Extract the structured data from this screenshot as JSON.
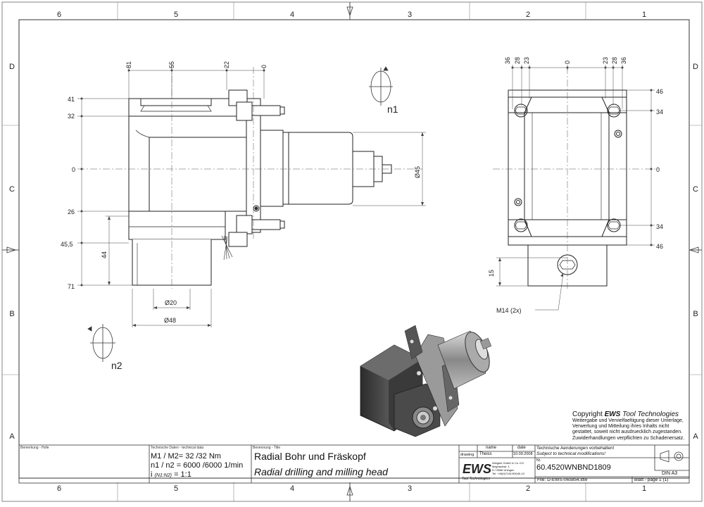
{
  "border": {
    "cols_top": [
      "6",
      "5",
      "4",
      "3",
      "2",
      "1"
    ],
    "cols_bottom": [
      "6",
      "5",
      "4",
      "3",
      "2",
      "1"
    ],
    "rows_left": [
      "D",
      "C",
      "B",
      "A"
    ],
    "rows_right": [
      "D",
      "C",
      "B",
      "A"
    ]
  },
  "side_view": {
    "top_dims": [
      "81",
      "55",
      "22",
      "0"
    ],
    "left_dims": [
      "41",
      "32",
      "0",
      "26",
      "45,5",
      "71"
    ],
    "height_44": "44",
    "dia_20": "Ø20",
    "dia_48": "Ø48",
    "dia_45": "Ø45",
    "rotation_n1": "n1",
    "rotation_n2": "n2"
  },
  "front_view": {
    "top_dims": [
      "36",
      "28",
      "23",
      "0",
      "23",
      "28",
      "36"
    ],
    "right_dims": [
      "46",
      "34",
      "0",
      "34",
      "46"
    ],
    "dim_15": "15",
    "callout": "M14 (2x)"
  },
  "copyright": {
    "prefix": "Copyright ",
    "brand": "EWS",
    "brand_suffix": " Tool Technologies",
    "lines": [
      "Weitergabe und Vervielfaeltigung dieser Unterlage,",
      "Verwertung und Mitteilung ihres Inhalts nicht",
      "gestattet, soweit nicht ausdruecklich zugestanden.",
      "Zuwiderhandlungen verpflichten zu Schadenersatz."
    ]
  },
  "title_block": {
    "remarks_label": "Bemerkung - Hofe",
    "tech_label": "Technische Daten - technical data",
    "tech_line1": "M1 / M2= 32 /32 Nm",
    "tech_line2": "n1 / n2 = 6000 /6000  1/min",
    "tech_line3_prefix": "i ",
    "tech_line3_ratio": "(N1:N2)",
    "tech_line3_value": " = 1:1",
    "title_label": "Benennung - Title",
    "title_de": "Radial Bohr und Fräskopf",
    "title_en": "Radial drilling and milling head",
    "col_name": "name",
    "col_date": "date",
    "row_drawing": "drawing",
    "drawer_name": "Theiss",
    "drawer_date": "10.09.2008",
    "logo": "EWS",
    "logo_sub": "Tool Technologies",
    "company_lines": [
      "Weigele GmbH & Co. KG",
      "Maybachstr. 1",
      "D-73066 Uhingen",
      "Tel. +49(0)7161/93040-10"
    ],
    "change_note_de": "Technische Aenderungen vorbehalten!",
    "change_note_en": "Subject to technical modifications!",
    "nr_label": "Nr.",
    "part_number": "60.4520WNBND1809",
    "format": "DIN A3",
    "file": "File: D-EWS-065854.idw",
    "page": "Blatt - page  1 (1)"
  }
}
